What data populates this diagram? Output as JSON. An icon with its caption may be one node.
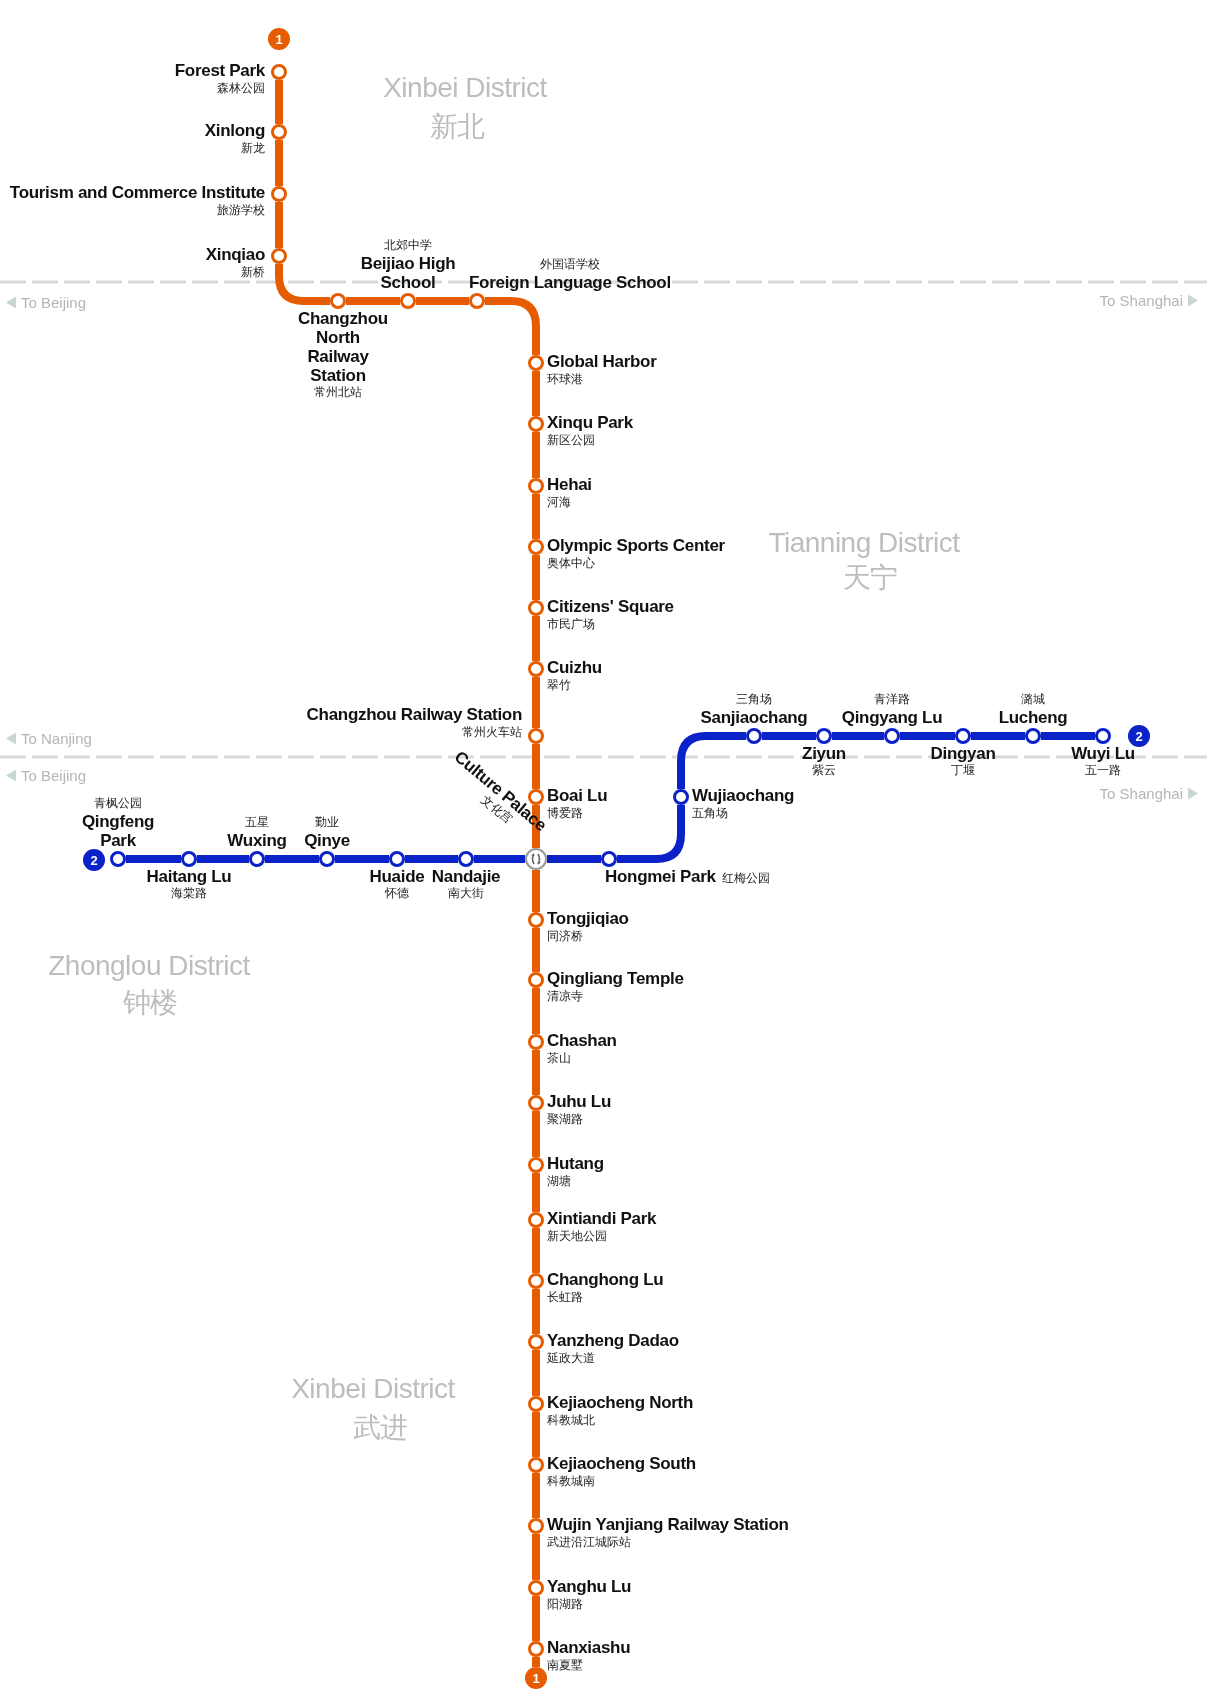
{
  "diagram": {
    "nodes": [
      {
        "text": [
          "1"
        ]
      },
      {
        "text": [
          "Forest Park",
          "森林公园"
        ]
      },
      {
        "text": [
          "Xinlong",
          "新龙"
        ]
      },
      {
        "text": [
          "Tourism and Commerce Institute",
          "旅游学校"
        ]
      },
      {
        "text": [
          "Xinqiao",
          "新桥"
        ]
      },
      {
        "text": [
          "Changzhou North Railway Station",
          "常州北站"
        ]
      },
      {
        "text": [
          "北郊中学",
          "Beijiao High School"
        ]
      },
      {
        "text": [
          "外国语学校",
          "Foreign Language School"
        ]
      },
      {
        "text": [
          "Global Harbor",
          "环球港"
        ]
      },
      {
        "text": [
          "Xinqu Park",
          "新区公园"
        ]
      },
      {
        "text": [
          "Hehai",
          "河海"
        ]
      },
      {
        "text": [
          "Olympic Sports Center",
          "奥体中心"
        ]
      },
      {
        "text": [
          "Citizens' Square",
          "市民广场"
        ]
      },
      {
        "text": [
          "Cuizhu",
          "翠竹"
        ]
      },
      {
        "text": [
          "Changzhou Railway Station",
          "常州火车站"
        ]
      },
      {
        "text": [
          "Boai Lu",
          "博爱路"
        ]
      },
      {
        "text": [
          "Culture Palace",
          "文化宫"
        ]
      },
      {
        "text": [
          "Tongjiqiao",
          "同济桥"
        ]
      },
      {
        "text": [
          "Qingliang Temple",
          "清凉寺"
        ]
      },
      {
        "text": [
          "Chashan",
          "茶山"
        ]
      },
      {
        "text": [
          "Juhu Lu",
          "聚湖路"
        ]
      },
      {
        "text": [
          "Hutang",
          "湖塘"
        ]
      },
      {
        "text": [
          "Xintiandi Park",
          "新天地公园"
        ]
      },
      {
        "text": [
          "Changhong Lu",
          "长虹路"
        ]
      },
      {
        "text": [
          "Yanzheng Dadao",
          "延政大道"
        ]
      },
      {
        "text": [
          "Kejiaocheng North",
          "科教城北"
        ]
      },
      {
        "text": [
          "Kejiaocheng South",
          "科教城南"
        ]
      },
      {
        "text": [
          "Wujin Yanjiang Railway Station",
          "武进沿江城际站"
        ]
      },
      {
        "text": [
          "Yanghu Lu",
          "阳湖路"
        ]
      },
      {
        "text": [
          "Nanxiashu",
          "南夏墅"
        ]
      },
      {
        "text": [
          "1"
        ]
      },
      {
        "text": [
          "2"
        ]
      },
      {
        "text": [
          "青枫公园",
          "Qingfeng Park"
        ]
      },
      {
        "text": [
          "Haitang Lu",
          "海棠路"
        ]
      },
      {
        "text": [
          "五星",
          "Wuxing"
        ]
      },
      {
        "text": [
          "勤业",
          "Qinye"
        ]
      },
      {
        "text": [
          "Huaide",
          "怀德"
        ]
      },
      {
        "text": [
          "Nandajie",
          "南大街"
        ]
      },
      {
        "text": [
          "Hongmei Park",
          "红梅公园"
        ]
      },
      {
        "text": [
          "Wujiaochang",
          "五角场"
        ]
      },
      {
        "text": [
          "三角场",
          "Sanjiaochang"
        ]
      },
      {
        "text": [
          "Ziyun",
          "紫云"
        ]
      },
      {
        "text": [
          "青洋路",
          "Qingyang Lu"
        ]
      },
      {
        "text": [
          "Dingyan",
          "丁堰"
        ]
      },
      {
        "text": [
          "潞城",
          "Lucheng"
        ]
      },
      {
        "text": [
          "Wuyi Lu",
          "五一路"
        ]
      },
      {
        "text": [
          "2"
        ]
      }
    ],
    "edges": [
      {
        "from": 1,
        "to": 2,
        "arrow": "none"
      },
      {
        "from": 2,
        "to": 3,
        "arrow": "none"
      },
      {
        "from": 3,
        "to": 4,
        "arrow": "none"
      },
      {
        "from": 4,
        "to": 5,
        "arrow": "none"
      },
      {
        "from": 5,
        "to": 6,
        "arrow": "none"
      },
      {
        "from": 6,
        "to": 7,
        "arrow": "none"
      },
      {
        "from": 7,
        "to": 8,
        "arrow": "none"
      },
      {
        "from": 8,
        "to": 9,
        "arrow": "none"
      },
      {
        "from": 9,
        "to": 10,
        "arrow": "none"
      },
      {
        "from": 10,
        "to": 11,
        "arrow": "none"
      },
      {
        "from": 11,
        "to": 12,
        "arrow": "none"
      },
      {
        "from": 12,
        "to": 13,
        "arrow": "none"
      },
      {
        "from": 13,
        "to": 14,
        "arrow": "none"
      },
      {
        "from": 14,
        "to": 15,
        "arrow": "none"
      },
      {
        "from": 15,
        "to": 16,
        "arrow": "none"
      },
      {
        "from": 16,
        "to": 17,
        "arrow": "none"
      },
      {
        "from": 17,
        "to": 18,
        "arrow": "none"
      },
      {
        "from": 18,
        "to": 19,
        "arrow": "none"
      },
      {
        "from": 19,
        "to": 20,
        "arrow": "none"
      },
      {
        "from": 20,
        "to": 21,
        "arrow": "none"
      },
      {
        "from": 21,
        "to": 22,
        "arrow": "none"
      },
      {
        "from": 22,
        "to": 23,
        "arrow": "none"
      },
      {
        "from": 23,
        "to": 24,
        "arrow": "none"
      },
      {
        "from": 24,
        "to": 25,
        "arrow": "none"
      },
      {
        "from": 25,
        "to": 26,
        "arrow": "none"
      },
      {
        "from": 26,
        "to": 27,
        "arrow": "none"
      },
      {
        "from": 27,
        "to": 28,
        "arrow": "none"
      },
      {
        "from": 28,
        "to": 29,
        "arrow": "none"
      },
      {
        "from": 29,
        "to": 30,
        "arrow": "none"
      },
      {
        "from": 32,
        "to": 33,
        "arrow": "none",
        "color": "#0a22c8"
      },
      {
        "from": 33,
        "to": 34,
        "arrow": "none",
        "color": "#0a22c8"
      },
      {
        "from": 34,
        "to": 35,
        "arrow": "none",
        "color": "#0a22c8"
      },
      {
        "from": 35,
        "to": 36,
        "arrow": "none",
        "color": "#0a22c8"
      },
      {
        "from": 36,
        "to": 37,
        "arrow": "none",
        "color": "#0a22c8"
      },
      {
        "from": 37,
        "to": 16,
        "arrow": "none",
        "color": "#0a22c8"
      },
      {
        "from": 16,
        "to": 38,
        "arrow": "none",
        "color": "#0a22c8"
      },
      {
        "from": 38,
        "to": 39,
        "arrow": "none",
        "color": "#0a22c8"
      },
      {
        "from": 39,
        "to": 40,
        "arrow": "none",
        "color": "#0a22c8"
      },
      {
        "from": 40,
        "to": 41,
        "arrow": "none",
        "color": "#0a22c8"
      },
      {
        "from": 41,
        "to": 42,
        "arrow": "none",
        "color": "#0a22c8"
      },
      {
        "from": 42,
        "to": 43,
        "arrow": "none",
        "color": "#0a22c8"
      },
      {
        "from": 43,
        "to": 44,
        "arrow": "none",
        "color": "#0a22c8"
      },
      {
        "from": 44,
        "to": 45,
        "arrow": "none",
        "color": "#0a22c8"
      }
    ],
    "labels": [
      "Xinbei District",
      "新北",
      "To Beijing",
      "To Shanghai",
      "Tianning District",
      "天宁",
      "To Nanjing",
      "To Beijing",
      "To Shanghai",
      "Zhonglou District",
      "钟楼",
      "Xinbei District",
      "武进"
    ]
  }
}
